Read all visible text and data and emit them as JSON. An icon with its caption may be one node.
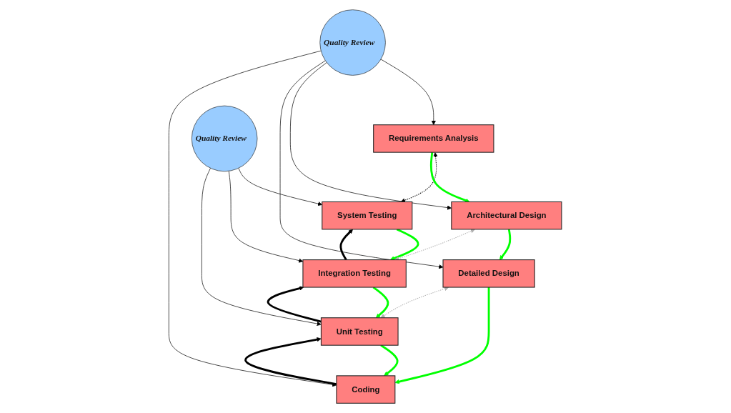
{
  "diagram": {
    "nodes": [
      {
        "text": [
          "Requirements Analysis"
        ]
      },
      {
        "text": [
          "System Testing"
        ]
      },
      {
        "text": [
          "Architectural Design"
        ]
      },
      {
        "text": [
          "Integration Testing"
        ]
      },
      {
        "text": [
          "Quality Review"
        ]
      },
      {
        "text": [
          "Quality Review"
        ]
      },
      {
        "text": [
          "Detailed Design"
        ]
      },
      {
        "text": [
          "Unit Testing"
        ]
      },
      {
        "text": [
          "Coding"
        ]
      }
    ],
    "edges": [
      {
        "from": 0,
        "to": 1,
        "arrow": "both",
        "style": "dashed"
      },
      {
        "from": 0,
        "to": 2,
        "arrow": "to",
        "style": "thick",
        "color": "#00ff00"
      },
      {
        "from": 2,
        "to": 6,
        "arrow": "to",
        "style": "thick",
        "color": "#00ff00"
      },
      {
        "from": 6,
        "to": 8,
        "arrow": "to",
        "style": "thick",
        "color": "#00ff00"
      },
      {
        "from": 1,
        "to": 3,
        "arrow": "to",
        "style": "thick",
        "color": "#00ff00"
      },
      {
        "from": 3,
        "to": 7,
        "arrow": "to",
        "style": "thick",
        "color": "#00ff00"
      },
      {
        "from": 7,
        "to": 8,
        "arrow": "to",
        "style": "thick",
        "color": "#00ff00"
      },
      {
        "from": 8,
        "to": 7,
        "arrow": "to",
        "style": "thick"
      },
      {
        "from": 7,
        "to": 3,
        "arrow": "to",
        "style": "thick"
      },
      {
        "from": 3,
        "to": 1,
        "arrow": "to",
        "style": "thick"
      },
      {
        "from": 2,
        "to": 3,
        "arrow": "both",
        "style": "dashed",
        "color": "#b0b0b0"
      },
      {
        "from": 6,
        "to": 7,
        "arrow": "both",
        "style": "dashed",
        "color": "#b0b0b0"
      },
      {
        "from": 4,
        "to": 0,
        "arrow": "to"
      },
      {
        "from": 4,
        "to": 2,
        "arrow": "to"
      },
      {
        "from": 4,
        "to": 6,
        "arrow": "to"
      },
      {
        "from": 4,
        "to": 8,
        "arrow": "to"
      },
      {
        "from": 5,
        "to": 1,
        "arrow": "to"
      },
      {
        "from": 5,
        "to": 3,
        "arrow": "to"
      },
      {
        "from": 5,
        "to": 7,
        "arrow": "to"
      }
    ]
  }
}
